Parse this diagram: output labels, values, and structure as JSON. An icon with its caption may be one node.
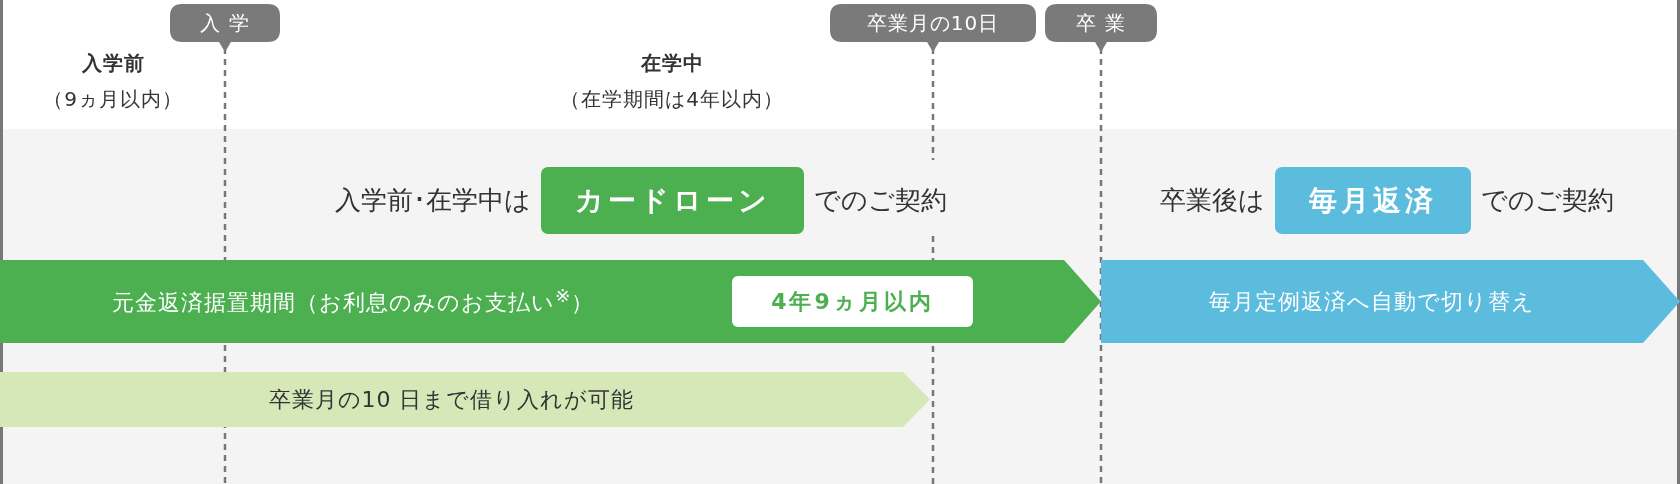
{
  "diagram": {
    "nodes": [
      {
        "text": [
          "入 学"
        ]
      },
      {
        "text": [
          "卒業月の10日"
        ]
      },
      {
        "text": [
          "卒 業"
        ]
      },
      {
        "text": [
          "カードローン"
        ],
        "beside": [
          "入学前･在学中は",
          "でのご契約"
        ]
      },
      {
        "text": [
          "毎月返済"
        ],
        "beside": [
          "卒業後は",
          "でのご契約"
        ]
      },
      {
        "text": [
          "元金返済据置期間（お利息のみのお支払い$^{※}$）"
        ]
      },
      {
        "text": [
          "4年9ヵ月以内"
        ],
        "in": 5
      },
      {
        "text": [
          "毎月定例返済へ自動で切り替え"
        ]
      },
      {
        "text": [
          "卒業月の10 日まで借り入れが可能"
        ]
      }
    ],
    "labels": [
      "入学前",
      "（9ヵ月以内）",
      "在学中",
      "（在学期間は4年以内）"
    ]
  }
}
